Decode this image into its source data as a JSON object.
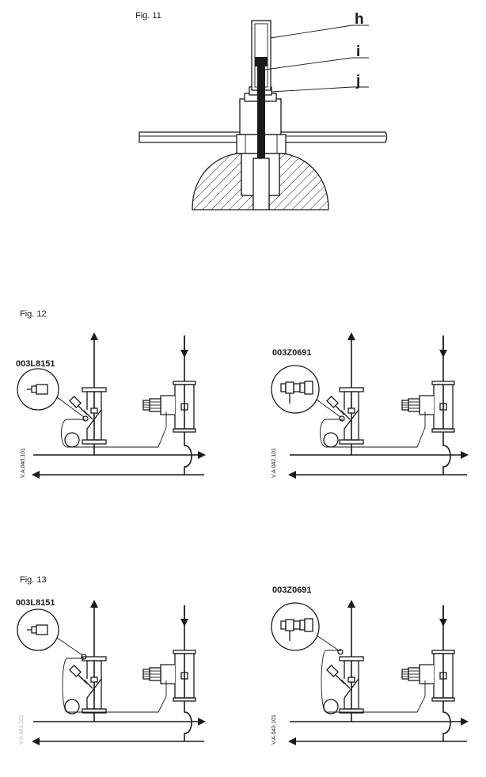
{
  "fig11": {
    "caption": "Fig. 11",
    "label_h": "h",
    "label_i": "i",
    "label_j": "j"
  },
  "fig12": {
    "caption": "Fig. 12",
    "code_left": "003L8151",
    "code_right": "003Z0691",
    "vlabel_left": "V.A.040.101",
    "vlabel_right": "V.A.042.101"
  },
  "fig13": {
    "caption": "Fig. 13",
    "code_left": "003L8151",
    "code_right": "003Z0691",
    "vlabel_left": "V.A.041.101",
    "vlabel_right": "V.A.043.101"
  }
}
